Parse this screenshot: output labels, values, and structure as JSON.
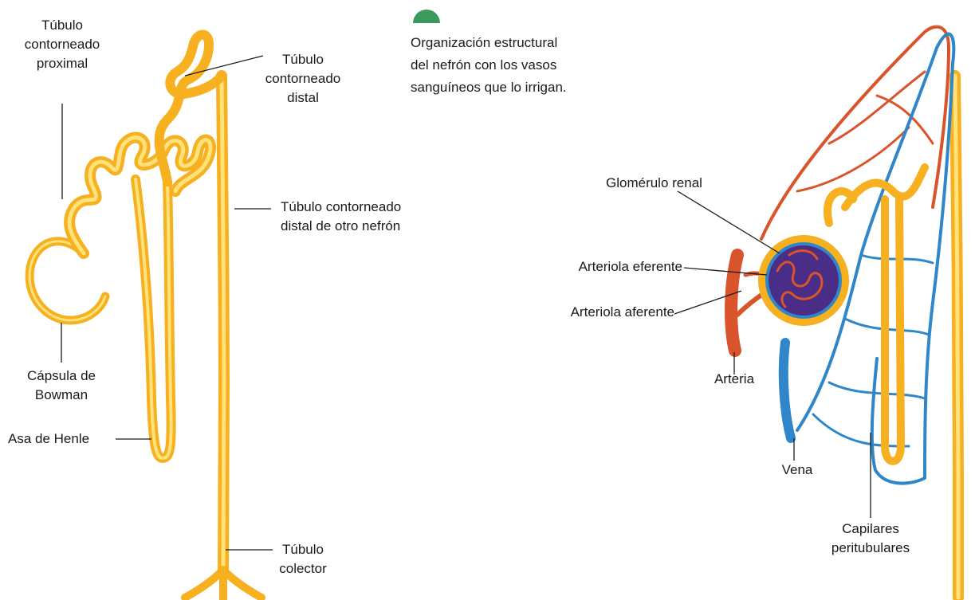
{
  "caption": {
    "line1": "Organización estructural",
    "line2": "del nefrón con los vasos",
    "line3": "sanguíneos que lo irrigan."
  },
  "labels_left": {
    "proximal": [
      "Túbulo",
      "contorneado",
      "proximal"
    ],
    "distal": [
      "Túbulo",
      "contorneado",
      "distal"
    ],
    "distal_other": [
      "Túbulo contorneado",
      "distal de otro nefrón"
    ],
    "bowman": [
      "Cápsula de",
      "Bowman"
    ],
    "henle": "Asa de Henle",
    "collector": [
      "Túbulo",
      "colector"
    ]
  },
  "labels_right": {
    "glomerulo": "Glomérulo renal",
    "eferente": "Arteriola eferente",
    "aferente": "Arteriola aferente",
    "arteria": "Arteria",
    "vena": "Vena",
    "capilares": [
      "Capilares",
      "peritubulares"
    ]
  },
  "colors": {
    "tubule": "#f9c23c",
    "tubule_light": "#fde27a",
    "artery": "#d9532b",
    "vein": "#2f86c9",
    "glomerulus": "#4a2d86",
    "accent": "#3a9a5c"
  }
}
